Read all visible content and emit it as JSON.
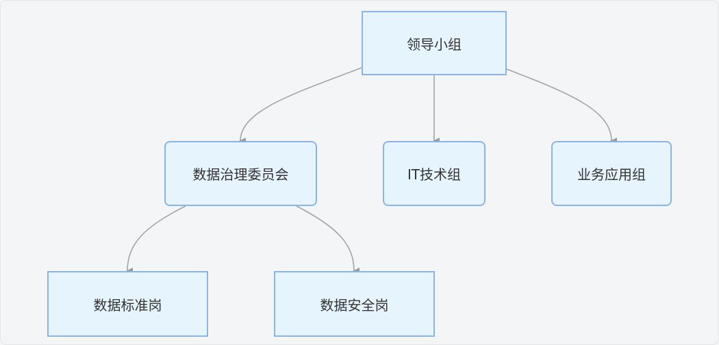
{
  "diagram": {
    "nodes": [
      {
        "id": "root",
        "label": "领导小组"
      },
      {
        "id": "dgc",
        "label": "数据治理委员会"
      },
      {
        "id": "it",
        "label": "IT技术组"
      },
      {
        "id": "biz",
        "label": "业务应用组"
      },
      {
        "id": "std",
        "label": "数据标准岗"
      },
      {
        "id": "sec",
        "label": "数据安全岗"
      }
    ],
    "edges": [
      {
        "from": "root",
        "to": "dgc"
      },
      {
        "from": "root",
        "to": "it"
      },
      {
        "from": "root",
        "to": "biz"
      },
      {
        "from": "dgc",
        "to": "std"
      },
      {
        "from": "dgc",
        "to": "sec"
      }
    ],
    "colors": {
      "node_fill": "#e6f4fd",
      "node_border": "#8ab4e6",
      "edge": "#a3a3a3",
      "background": "#f4f5f7"
    }
  }
}
